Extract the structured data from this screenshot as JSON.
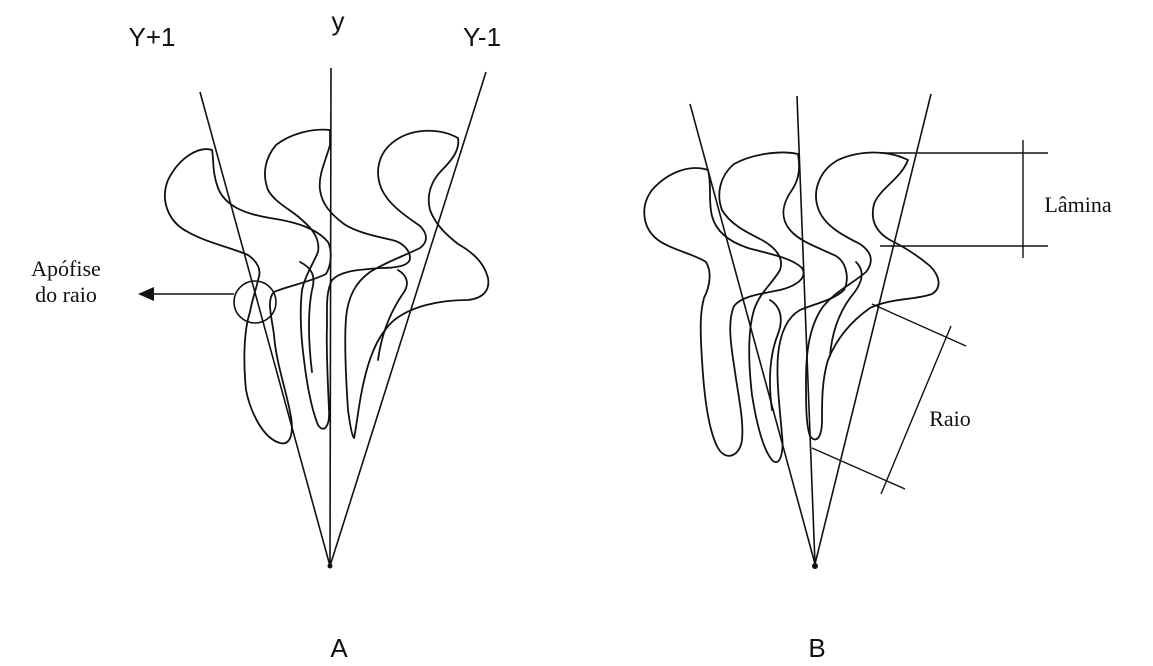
{
  "panel_a": {
    "label": "A",
    "ray_labels": {
      "left": "Y+1",
      "center": "y",
      "right": "Y-1"
    },
    "annotation_line1": "Apófise",
    "annotation_line2": "do raio"
  },
  "panel_b": {
    "label": "B",
    "blade_label": "Lâmina",
    "ray_label": "Raio"
  }
}
